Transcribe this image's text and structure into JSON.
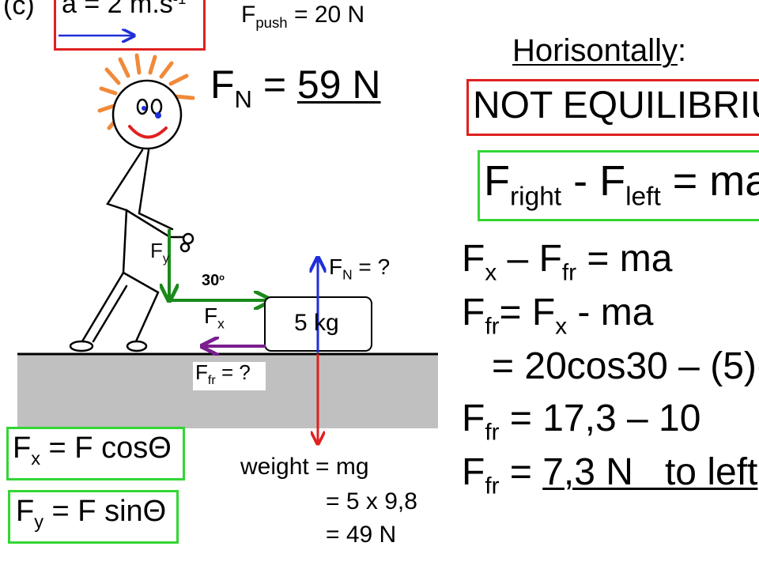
{
  "part_label": "(c)",
  "acceleration": {
    "lhs": "a = 2 m.s",
    "exp": "-1"
  },
  "push": {
    "symbol": "F",
    "sub": "push",
    "rest": " = 20 N"
  },
  "normal": {
    "symbol": "F",
    "sub": "N",
    "eq": " = ",
    "value": "59 N"
  },
  "diagram": {
    "fy_symbol": "F",
    "fy_sub": "y",
    "angle": "30",
    "angle_unit": "o",
    "fx_symbol": "F",
    "fx_sub": "x",
    "box_label": "5 kg",
    "fn_symbol": "F",
    "fn_sub": "N",
    "fn_rest": " = ?",
    "ffr_symbol": "F",
    "ffr_sub": "fr",
    "ffr_rest": " = ?"
  },
  "formulas": {
    "fx_symbol": "F",
    "fx_sub": "x",
    "fx_rest": " = F cosΘ",
    "fy_symbol": "F",
    "fy_sub": "y",
    "fy_rest": " = F sinΘ"
  },
  "weight": {
    "line1": "weight = mg",
    "line2": "= 5 x 9,8",
    "line3": "= 49 N"
  },
  "right_panel": {
    "heading": "Horisontally",
    "heading_colon": ":",
    "not_eq": "NOT EQUILIBRIU",
    "law": {
      "f": "F",
      "right_sub": "right",
      "minus": " - ",
      "f2": "F",
      "left_sub": "left",
      "rest": " = ma"
    },
    "eq1": {
      "a": "F",
      "a_sub": "x",
      "mid": " – ",
      "b": "F",
      "b_sub": "fr",
      "rest": " = ma"
    },
    "eq2": {
      "a": "F",
      "a_sub": "fr",
      "mid": "= ",
      "b": "F",
      "b_sub": "x",
      "rest": " - ma"
    },
    "eq3": "= 20cos30 – (5)(",
    "eq4": {
      "a": "F",
      "a_sub": "fr",
      "rest": " = 17,3 – 10"
    },
    "eq5": {
      "a": "F",
      "a_sub": "fr",
      "eq": " = ",
      "value": "7,3 N",
      "tail": "   to left"
    }
  },
  "colors": {
    "red": "#e02020",
    "green": "#33d633",
    "dark_green": "#1a8a1a",
    "blue": "#1f2fd8",
    "purple": "#7a1f8f",
    "orange": "#f08a3a",
    "ground": "#c0c0c0"
  }
}
